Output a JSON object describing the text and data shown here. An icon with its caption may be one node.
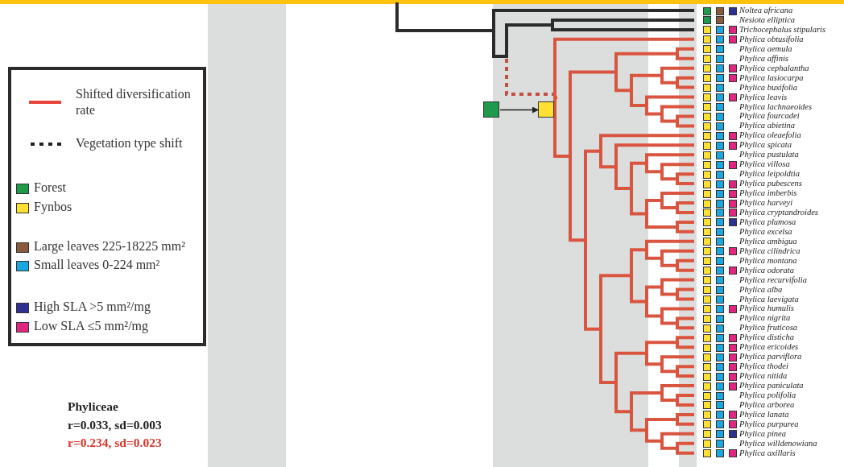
{
  "diagram": {
    "nodes": [
      {
        "text": [],
        "shape": "box"
      },
      {
        "text": [],
        "shape": "box"
      }
    ],
    "edges": [
      {
        "from": 0,
        "to": 1,
        "arrow": "to"
      }
    ],
    "labels": [
      "Noltea africana",
      "Nesiota elliptica",
      "Trichocephalus stipularis",
      "Phylica obtusifolia",
      "Phylica aemula",
      "Phylica affinis",
      "Phylica cephalantha",
      "Phylica lasiocarpa",
      "Phylica buxifolia",
      "Phylica leavis",
      "Phylica lachnaeoides",
      "Phylica fourcadei",
      "Phylica abietina",
      "Phylica oleaefolia",
      "Phylica spicata",
      "Phylica pustulata",
      "Phylica villosa",
      "Phylica leipoldtia",
      "Phylica pubescens",
      "Phylica imberbis",
      "Phylica harveyi",
      "Phylica cryptandroides",
      "Phylica plumosa",
      "Phylica excelsa",
      "Phylica ambigua",
      "Phylica cilindrica",
      "Phylica montana",
      "Phylica odorata",
      "Phylica recurvifolia",
      "Phylica alba",
      "Phylica laevigata",
      "Phylica humulis",
      "Phylica nigrita",
      "Phylica fruticosa",
      "Phylica disticha",
      "Phylica ericoides",
      "Phylica parviflora",
      "Phylica thodei",
      "Phylica nitida",
      "Phylica paniculata",
      "Phylica polifolia",
      "Phylica arborea",
      "Phylica lanata",
      "Phylica purpurea",
      "Phylica pinea",
      "Phylica willdenowiana",
      "Phylica axillaris",
      "Phyliceae",
      "r=0.033, sd=0.003",
      "r=0.234, sd=0.023"
    ],
    "legend": [
      {
        "text": "Shifted diversification rate"
      },
      {
        "text": "Vegetation type shift"
      },
      {
        "text": "Forest",
        "color": "#1e9a4a"
      },
      {
        "text": "Fynbos",
        "color": "#ffe033"
      },
      {
        "text": "Large leaves 225-18225 mm²",
        "color": "#8b5a3c"
      },
      {
        "text": "Small leaves 0-224 mm²",
        "color": "#1aa7e0"
      },
      {
        "text": "High SLA >5 mm²/mg",
        "color": "#2e3192"
      },
      {
        "text": "Low SLA ≤5 mm²/mg",
        "color": "#e0267f"
      }
    ]
  }
}
